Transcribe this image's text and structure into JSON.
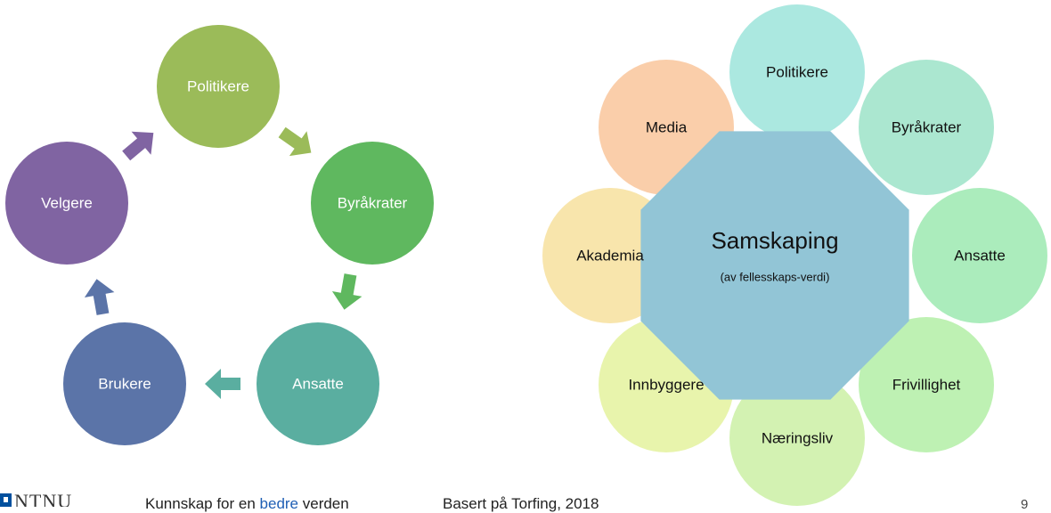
{
  "cycle": {
    "nodes": [
      {
        "label": "Politikere",
        "color": "#9bbb59"
      },
      {
        "label": "Byråkrater",
        "color": "#5fb85f"
      },
      {
        "label": "Ansatte",
        "color": "#5aaea0"
      },
      {
        "label": "Brukere",
        "color": "#5b74a8"
      },
      {
        "label": "Velgere",
        "color": "#8064a2"
      }
    ],
    "arrow_colors": [
      "#9bbb59",
      "#5fb85f",
      "#5aaea0",
      "#5b74a8",
      "#8064a2"
    ]
  },
  "cocreation": {
    "center_title": "Samskaping",
    "center_subtitle": "(av fellesskaps-verdi)",
    "center_color": "#92c5d6",
    "petals": [
      {
        "label": "Politikere",
        "color": "#8fe0d6"
      },
      {
        "label": "Byråkrater",
        "color": "#8fdfc0"
      },
      {
        "label": "Ansatte",
        "color": "#8fe5a6"
      },
      {
        "label": "Frivillighet",
        "color": "#a8ec9a"
      },
      {
        "label": "Næringsliv",
        "color": "#c4ee98"
      },
      {
        "label": "Innbyggere",
        "color": "#e0f090"
      },
      {
        "label": "Akademia",
        "color": "#f5dc90"
      },
      {
        "label": "Media",
        "color": "#f8be8e"
      }
    ]
  },
  "footer": {
    "logo": "NTNU",
    "tagline_pre": "Kunnskap for en ",
    "tagline_hl": "bedre",
    "tagline_post": " verden",
    "source": "Basert på Torfing, 2018",
    "page": "9"
  }
}
